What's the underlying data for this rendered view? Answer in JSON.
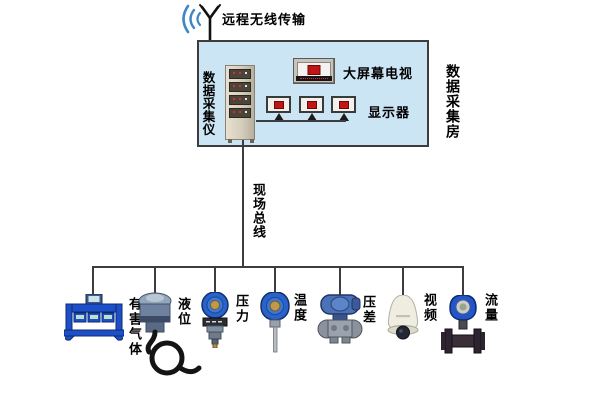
{
  "diagram": {
    "wireless_label": "远程无线传输",
    "room_label": "数据采集房",
    "daq_label": "数据采集仪",
    "tv_label": "大屏幕电视",
    "monitor_label": "显示器",
    "bus_label": "现场总线"
  },
  "sensors": [
    {
      "id": "harmful-gas",
      "label": "有害气体"
    },
    {
      "id": "liquid-level",
      "label": "液位"
    },
    {
      "id": "pressure",
      "label": "压力"
    },
    {
      "id": "temperature",
      "label": "温度"
    },
    {
      "id": "diff-pressure",
      "label": "压差"
    },
    {
      "id": "video",
      "label": "视频"
    },
    {
      "id": "flow",
      "label": "流量"
    }
  ],
  "colors": {
    "room_fill": "#cbe5f4",
    "line": "#3d3d3d",
    "wave_blue": "#3b87c8",
    "device_blue": "#2257c4",
    "logo_red": "#c11414"
  }
}
